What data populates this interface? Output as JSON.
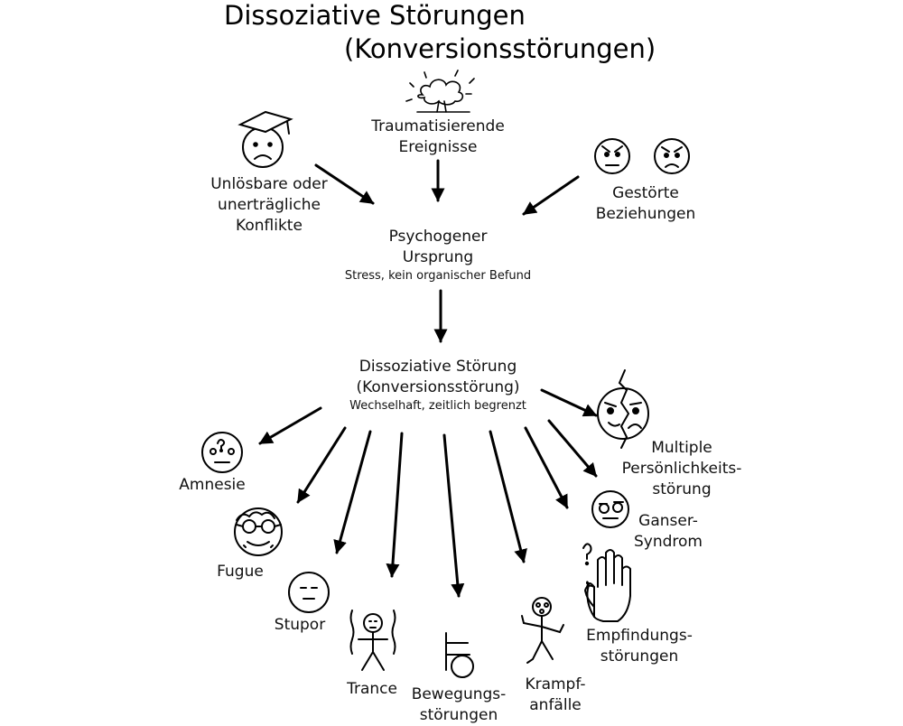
{
  "title": {
    "line1": "Dissoziative Störungen",
    "line2": "(Konversionsstörungen)"
  },
  "causes": {
    "trauma": {
      "line1": "Traumatisierende",
      "line2": "Ereignisse"
    },
    "conflicts": {
      "line1": "Unlösbare oder",
      "line2": "unerträgliche",
      "line3": "Konflikte"
    },
    "relations": {
      "line1": "Gestörte",
      "line2": "Beziehungen"
    }
  },
  "origin": {
    "line1": "Psychogener",
    "line2": "Ursprung",
    "note": "Stress, kein organischer Befund"
  },
  "disorder": {
    "line1": "Dissoziative Störung",
    "line2": "(Konversionsstörung)",
    "note": "Wechselhaft, zeitlich begrenzt"
  },
  "types": {
    "amnesie": "Amnesie",
    "fugue": "Fugue",
    "stupor": "Stupor",
    "trance": "Trance",
    "bewegung": {
      "line1": "Bewegungs-",
      "line2": "störungen"
    },
    "krampf": {
      "line1": "Krampf-",
      "line2": "anfälle"
    },
    "empfindung": {
      "line1": "Empfindungs-",
      "line2": "störungen"
    },
    "ganser": {
      "line1": "Ganser-",
      "line2": "Syndrom"
    },
    "multiple": {
      "line1": "Multiple",
      "line2": "Persönlichkeits-",
      "line3": "störung"
    }
  },
  "icons": {
    "trauma": "explosion-icon",
    "conflicts": "graduate-sad-face-icon",
    "relations": "angry-faces-icon",
    "amnesie": "confused-face-icon",
    "fugue": "glasses-face-icon",
    "stupor": "blank-face-icon",
    "trance": "trembling-figure-icon",
    "bewegung": "wheelchair-icon",
    "krampf": "convulsing-figure-icon",
    "empfindung": "hand-icon",
    "ganser": "squinting-face-icon",
    "multiple": "split-face-icon"
  },
  "colors": {
    "ink": "#000000",
    "background": "#ffffff"
  }
}
